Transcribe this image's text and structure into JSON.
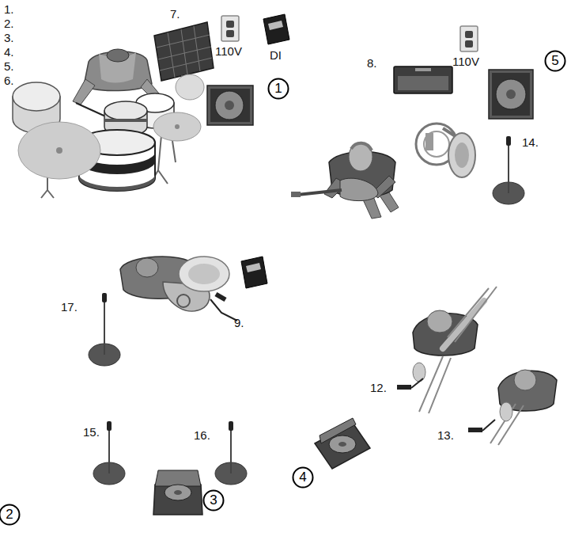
{
  "diagram": {
    "nodes": [
      {
        "text": [
          "1"
        ]
      },
      {
        "text": [
          "5"
        ]
      },
      {
        "text": [
          "2"
        ]
      },
      {
        "text": [
          "3"
        ]
      },
      {
        "text": [
          "4"
        ]
      }
    ],
    "labels": [
      "1.",
      "2.",
      "3.",
      "4.",
      "5.",
      "6.",
      "7.",
      "110V",
      "DI",
      "8.",
      "110V",
      "14.",
      "9.",
      "17.",
      "15.",
      "16.",
      "12.",
      "13."
    ]
  }
}
